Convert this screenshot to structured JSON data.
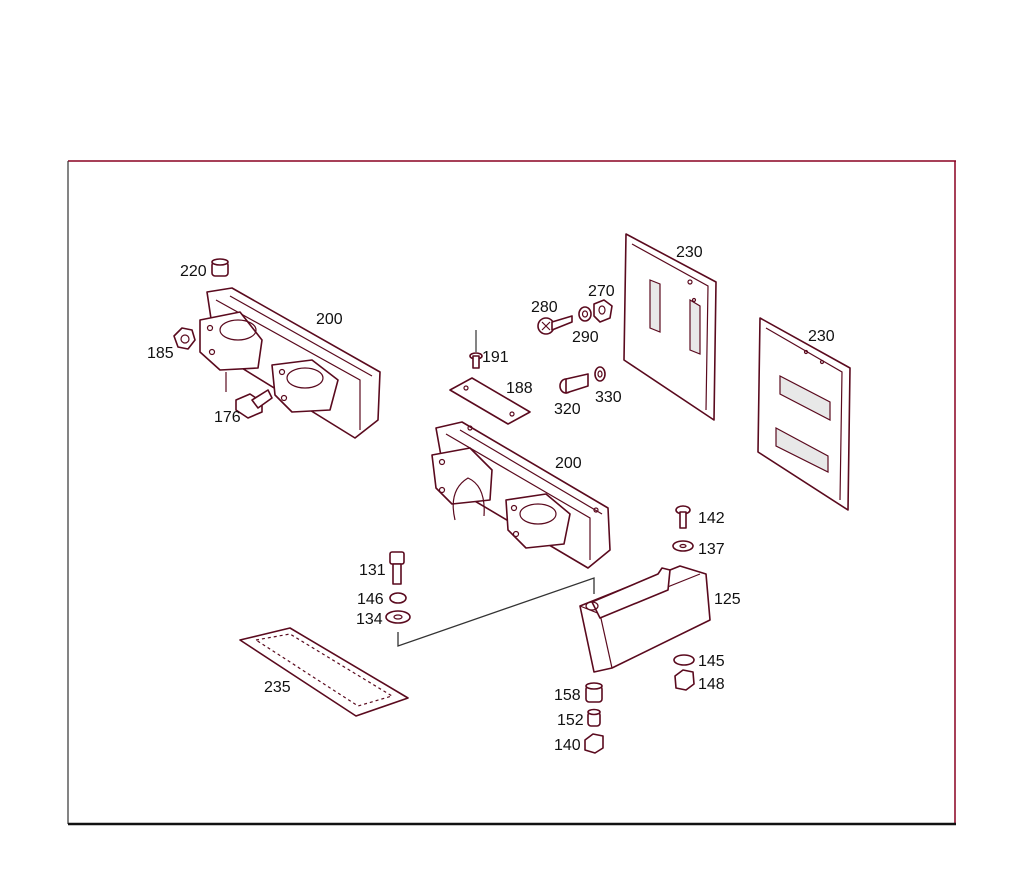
{
  "colors": {
    "frame": "#8a0020",
    "line": "#5a0a1e",
    "text": "#111111"
  },
  "labels": {
    "p220": "220",
    "p200a": "200",
    "p185": "185",
    "p176": "176",
    "p191": "191",
    "p188": "188",
    "p200b": "200",
    "p280": "280",
    "p270": "270",
    "p290": "290",
    "p320": "320",
    "p330": "330",
    "p230a": "230",
    "p230b": "230",
    "p142": "142",
    "p137": "137",
    "p125": "125",
    "p131": "131",
    "p146": "146",
    "p134": "134",
    "p145": "145",
    "p148": "148",
    "p235": "235",
    "p158": "158",
    "p152": "152",
    "p140": "140"
  }
}
